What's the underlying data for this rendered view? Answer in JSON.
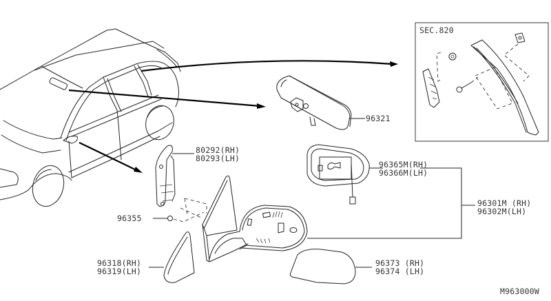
{
  "diagram": {
    "title": "Door Mirror / Room Mirror parts diagram",
    "section_ref": "SEC.820",
    "figure_code": "M963000W",
    "parts": [
      {
        "id": "rear_pillar",
        "lines": [
          "SEC.820"
        ]
      },
      {
        "id": "room_mirror",
        "lines": [
          "96321"
        ]
      },
      {
        "id": "corner_finisher",
        "lines": [
          "80292(RH)",
          "80293(LH)"
        ]
      },
      {
        "id": "mirror_glass",
        "lines": [
          "96365M(RH)",
          "96366M(LH)"
        ]
      },
      {
        "id": "door_mirror_assy",
        "lines": [
          "96301M (RH)",
          "96302M(LH)"
        ]
      },
      {
        "id": "nut",
        "lines": [
          "96355"
        ]
      },
      {
        "id": "mirror_cover_inner",
        "lines": [
          "96318(RH)",
          "96319(LH)"
        ]
      },
      {
        "id": "mirror_housing_cover",
        "lines": [
          "96373 (RH)",
          "96374 (LH)"
        ]
      }
    ]
  }
}
